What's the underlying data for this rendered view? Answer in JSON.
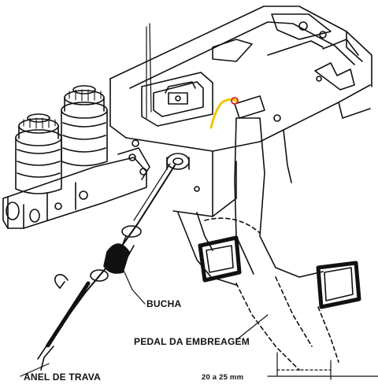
{
  "labels": {
    "bucha": "BUCHA",
    "pedal": "PEDAL DA EMBREAGEM",
    "anel": "ANEL DE TRAVA",
    "dimension": "20 a 25 mm"
  },
  "colors": {
    "ink": "#111111",
    "wire_highlight": "#f2c500",
    "wire_mark": "#d82020",
    "paper": "#ffffff"
  }
}
